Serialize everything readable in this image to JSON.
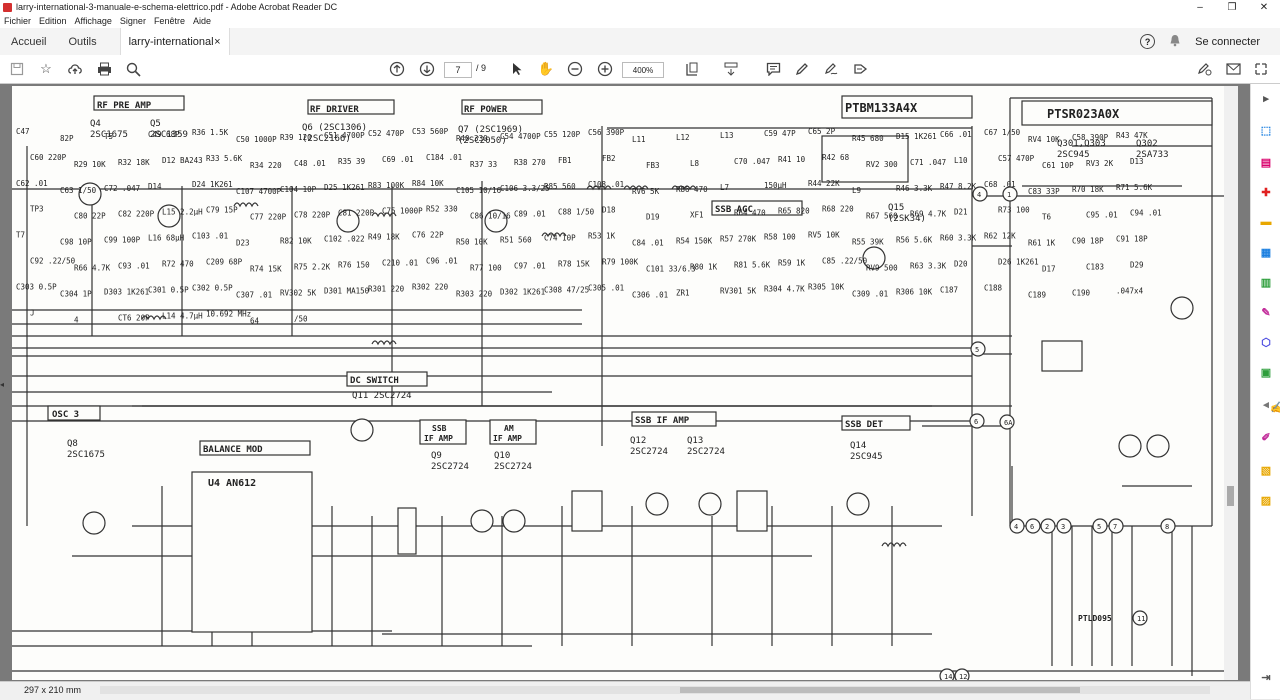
{
  "window": {
    "title": "larry-international-3-manuale-e-schema-elettrico.pdf - Adobe Acrobat Reader DC",
    "minimize": "–",
    "maximize": "❐",
    "close": "✕"
  },
  "menu": [
    "Fichier",
    "Edition",
    "Affichage",
    "Signer",
    "Fenêtre",
    "Aide"
  ],
  "tabs": {
    "home": "Accueil",
    "tools": "Outils",
    "doc": "larry-international-...",
    "doc_close": "×",
    "help": "?",
    "signin": "Se connecter"
  },
  "toolbar": {
    "page_current": "7",
    "page_total": "/ 9",
    "zoom": "400%"
  },
  "status": {
    "page_size": "297 x 210 mm"
  },
  "schematic": {
    "sections": {
      "rf_pre_amp": "RF PRE AMP",
      "rf_driver": "RF DRIVER",
      "rf_power": "RF POWER",
      "board1": "PTBM133A4X",
      "board2": "PTSR023A0X",
      "ssb_agc": "SSB AGC",
      "dc_switch": "DC SWITCH",
      "osc3": "OSC 3",
      "balance_mod": "BALANCE MOD",
      "ssb_if_amp_a": "SSB",
      "ssb_if_amp_b": "IF AMP",
      "am_if_amp_a": "AM",
      "am_if_amp_b": "IF AMP",
      "ssb_if_amp2": "SSB IF AMP",
      "ssb_det": "SSB DET",
      "u4": "U4   AN612",
      "ptl": "PTLD095"
    },
    "transistors": [
      {
        "ref": "Q4",
        "part": "2SC1675"
      },
      {
        "ref": "Q5",
        "part": "2SC1359"
      },
      {
        "ref": "Q6 (2SC1306)",
        "part": "(2SC2166)"
      },
      {
        "ref": "Q7 (2SC1969)",
        "part": "(2SC2050)"
      },
      {
        "ref": "Q15",
        "part": "(2SK34)"
      },
      {
        "ref": "Q301,Q303",
        "part": "2SC945"
      },
      {
        "ref": "Q302",
        "part": "2SA733"
      },
      {
        "ref": "Q11 2SC2724",
        "part": ""
      },
      {
        "ref": "Q8",
        "part": "2SC1675"
      },
      {
        "ref": "Q9",
        "part": "2SC2724"
      },
      {
        "ref": "Q10",
        "part": "2SC2724"
      },
      {
        "ref": "Q12",
        "part": "2SC2724"
      },
      {
        "ref": "Q13",
        "part": "2SC2724"
      },
      {
        "ref": "Q14",
        "part": "2SC945"
      }
    ],
    "labels": [
      "C47",
      "82P",
      "T5",
      "C49 68P",
      "R36 1.5K",
      "C50 1000P",
      "R39 120",
      "C51 4700P",
      "C52 470P",
      "C53 560P",
      "R40 330",
      "C54 4700P",
      "C55 120P",
      "C56 390P",
      "L11",
      "L12",
      "L13",
      "C59 47P",
      "C65 2P",
      "R45 680",
      "D15 1K261",
      "C66 .01",
      "C67 1/50",
      "RV4 10K",
      "C58 390P",
      "R43 47K",
      "C60 220P",
      "R29 10K",
      "R32 18K",
      "D12 BA243",
      "R33 5.6K",
      "R34 220",
      "C48 .01",
      "R35 39",
      "C69 .01",
      "C184 .01",
      "R37 33",
      "R38 270",
      "FB1",
      "FB2",
      "FB3",
      "L8",
      "C70 .047",
      "R41 10",
      "R42 68",
      "RV2 300",
      "C71 .047",
      "L10",
      "C57 470P",
      "C61 10P",
      "RV3 2K",
      "D13",
      "C62 .01",
      "C63 1/50",
      "C72 .047",
      "D14",
      "D24 1K261",
      "C107 4700P",
      "C104 10P",
      "D25 1K261",
      "R83 100K",
      "R84 10K",
      "C105 10/16",
      "C106 3.3/25",
      "R85 560",
      "C108 .01",
      "RV6 5K",
      "R86 470",
      "L7",
      "150μH",
      "R44 22K",
      "L9",
      "R46 3.3K",
      "R47 8.2K",
      "C68 .01",
      "C83 33P",
      "R70 18K",
      "R71 5.6K",
      "TP3",
      "C80 22P",
      "C82 220P",
      "L15 2.2μH",
      "C79 15P",
      "C77 220P",
      "C78 220P",
      "C81 220P",
      "C75 1000P",
      "R52 330",
      "C86 10/16",
      "C89 .01",
      "C88 1/50",
      "D18",
      "D19",
      "XF1",
      "R64 470",
      "R65 820",
      "R68 220",
      "R67 560",
      "R69 4.7K",
      "D21",
      "R73 100",
      "T6",
      "C95 .01",
      "C94 .01",
      "T7",
      "C98 10P",
      "C99 100P",
      "L16 68μH",
      "C103 .01",
      "D23",
      "R82 10K",
      "C102 .022",
      "R49 18K",
      "C76 22P",
      "R50 10K",
      "R51 560",
      "C74 10P",
      "R53 1K",
      "C84 .01",
      "R54 150K",
      "R57 270K",
      "R58 100",
      "RV5 10K",
      "R55 39K",
      "R56 5.6K",
      "R60 3.3K",
      "R62 12K",
      "R61 1K",
      "C90 18P",
      "C91 18P",
      "C92 .22/50",
      "R66 4.7K",
      "C93 .01",
      "R72 470",
      "C209 68P",
      "R74 15K",
      "R75 2.2K",
      "R76 150",
      "C210 .01",
      "C96 .01",
      "R77 100",
      "C97 .01",
      "R78 15K",
      "R79 100K",
      "C101 33/6.3",
      "R80 1K",
      "R81 5.6K",
      "R59 1K",
      "C85 .22/50",
      "RV9 500",
      "R63 3.3K",
      "D20",
      "D26 1K261",
      "D17",
      "C183",
      "D29",
      "C303 0.5P",
      "C304 1P",
      "D303 1K261",
      "C301 0.5P",
      "C302 0.5P",
      "C307 .01",
      "RV302 5K",
      "D301 MA150",
      "R301 220",
      "R302 220",
      "R303 220",
      "D302 1K261",
      "C308 47/25",
      "C305 .01",
      "C306 .01",
      "ZR1",
      "RV301 5K",
      "R304 4.7K",
      "R305 10K",
      "C309 .01",
      "R306 10K",
      "C187",
      "C188",
      "C189",
      "C190",
      ".047x4",
      "J",
      "4",
      "CT6 20P",
      "L14 4.7μH",
      "10.692 MHz",
      "64",
      "/50"
    ],
    "nodes": [
      "4",
      "1",
      "5",
      "6",
      "6A",
      "4",
      "6",
      "2",
      "3",
      "5",
      "7",
      "8",
      "11",
      "14",
      "12"
    ]
  }
}
